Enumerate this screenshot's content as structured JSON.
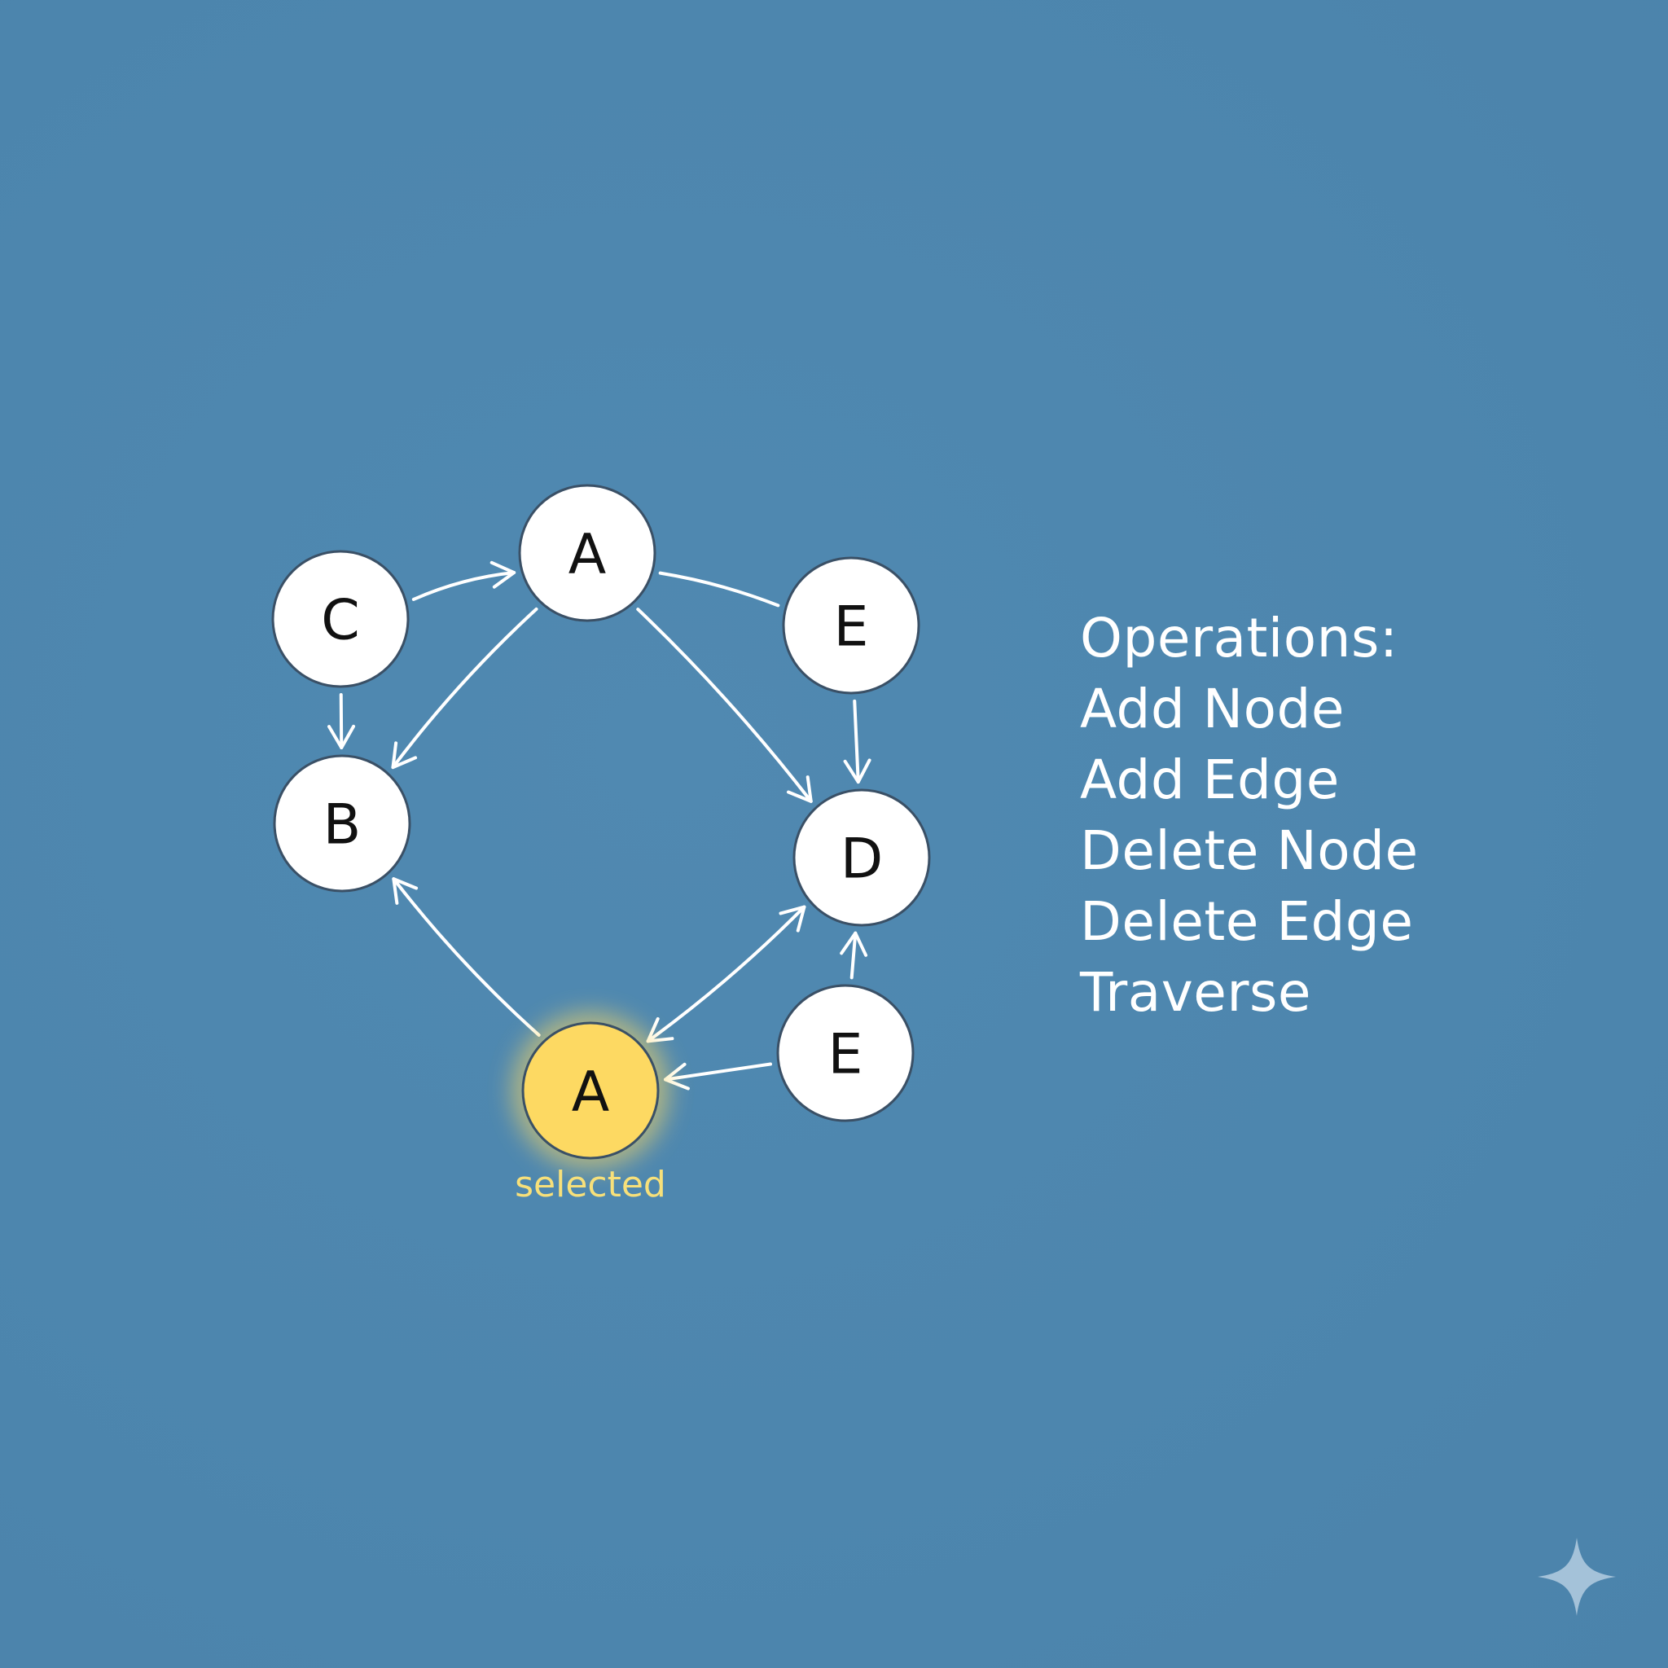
{
  "graph": {
    "nodes": [
      {
        "id": "n_a_top",
        "label": "A",
        "selected": false
      },
      {
        "id": "n_c",
        "label": "C",
        "selected": false
      },
      {
        "id": "n_e_top",
        "label": "E",
        "selected": false
      },
      {
        "id": "n_b",
        "label": "B",
        "selected": false
      },
      {
        "id": "n_d",
        "label": "D",
        "selected": false
      },
      {
        "id": "n_e_bottom",
        "label": "E",
        "selected": false
      },
      {
        "id": "n_a_selected",
        "label": "A",
        "selected": true
      }
    ],
    "edges": [
      {
        "from": "n_c",
        "to": "n_a_top",
        "direction": "forward"
      },
      {
        "from": "n_a_top",
        "to": "n_b",
        "direction": "forward"
      },
      {
        "from": "n_a_top",
        "to": "n_e_top",
        "direction": "none"
      },
      {
        "from": "n_a_top",
        "to": "n_d",
        "direction": "forward"
      },
      {
        "from": "n_c",
        "to": "n_b",
        "direction": "forward"
      },
      {
        "from": "n_e_top",
        "to": "n_d",
        "direction": "forward"
      },
      {
        "from": "n_a_selected",
        "to": "n_b",
        "direction": "forward"
      },
      {
        "from": "n_a_selected",
        "to": "n_d",
        "direction": "both"
      },
      {
        "from": "n_e_bottom",
        "to": "n_d",
        "direction": "forward"
      },
      {
        "from": "n_e_bottom",
        "to": "n_a_selected",
        "direction": "forward"
      }
    ],
    "selected_caption": "selected"
  },
  "operations": {
    "title": "Operations:",
    "items": [
      "Add Node",
      "Add Edge",
      "Delete Node",
      "Delete Edge",
      "Traverse"
    ]
  },
  "colors": {
    "background": "#4f87af",
    "node_fill": "#ffffff",
    "node_stroke": "#3a5066",
    "selected_fill": "#fdd962",
    "selected_text": "#f7e07a",
    "edge": "#ffffff"
  },
  "icons": {
    "corner": "sparkle-icon"
  }
}
